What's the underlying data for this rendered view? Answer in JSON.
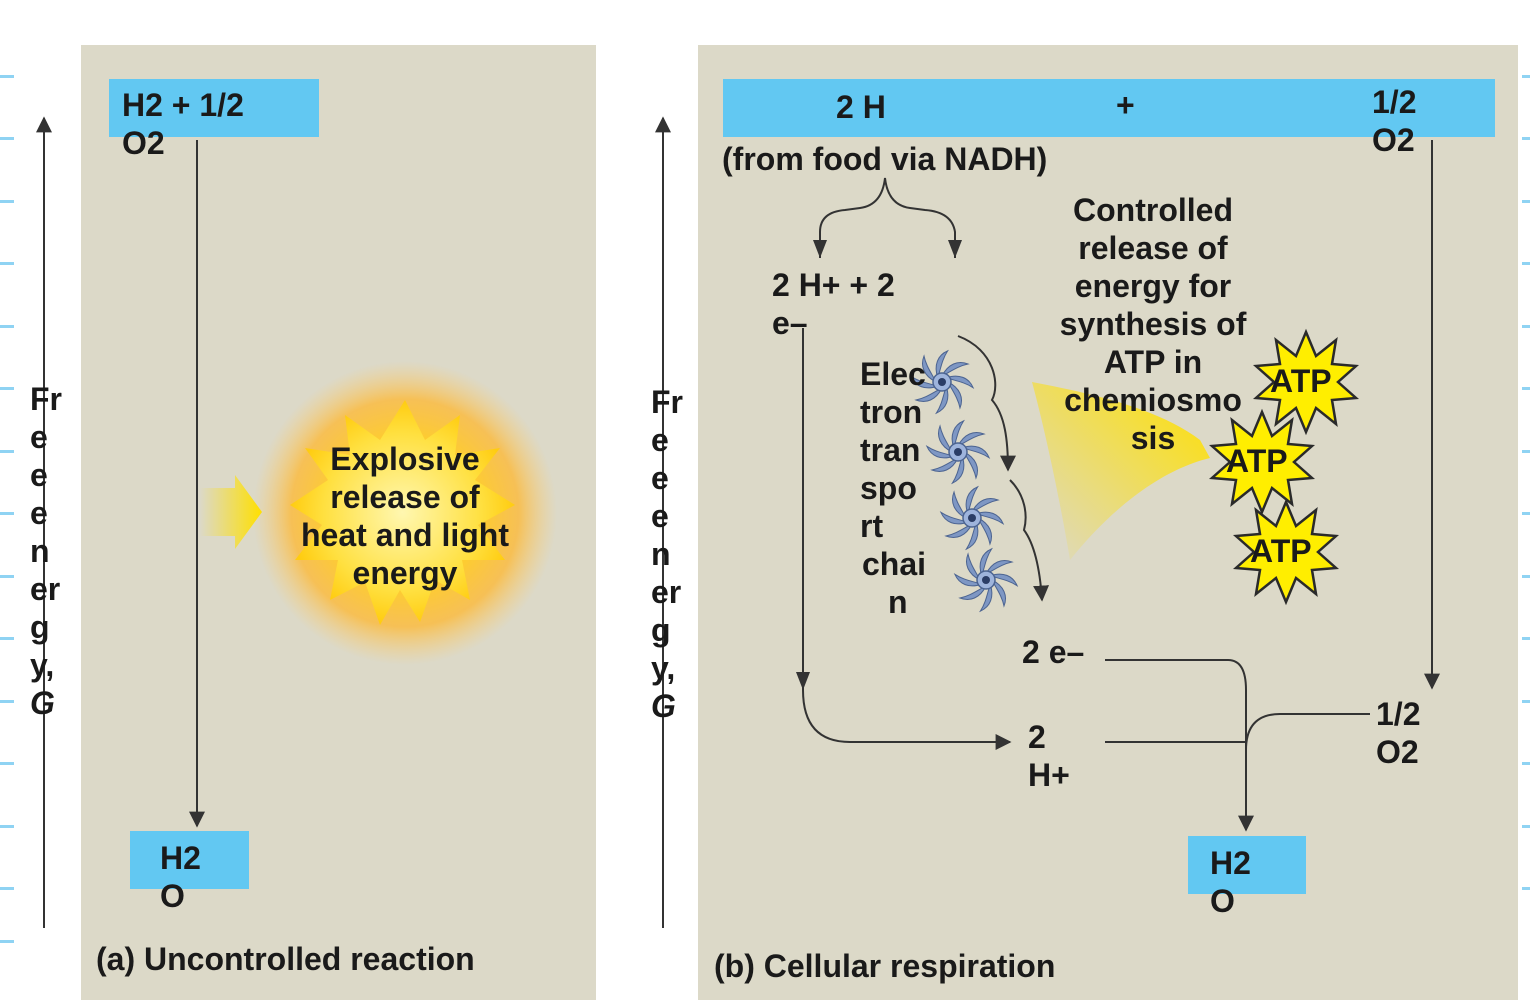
{
  "axis": {
    "label_lines": [
      "Fr",
      "e",
      "e",
      "e",
      "n",
      "er",
      "g",
      "y,",
      "G"
    ]
  },
  "panel_a": {
    "caption": "(a) Uncontrolled reaction",
    "reactant_line1": "H2  + 1/2",
    "reactant_line2": "O2",
    "product_line1": "H2",
    "product_line2": "O",
    "explosion_lines": [
      "Explosive",
      "release of",
      "heat and light",
      "energy"
    ]
  },
  "panel_b": {
    "caption": "(b) Cellular respiration",
    "top_bar": {
      "left": "2 H",
      "plus": "+",
      "right_line1": "1/2",
      "right_line2": "O2"
    },
    "source_note": "(from food via NADH)",
    "split_line1": "2 H+ +  2",
    "split_line2": "e–",
    "etc_lines": [
      "Elec",
      "tron",
      "tran",
      "spo",
      "rt",
      "chai",
      "n"
    ],
    "controlled_lines": [
      "Controlled",
      "release of",
      "energy for",
      "synthesis of",
      "ATP in",
      "chemiosmo",
      "sis"
    ],
    "atp_labels": [
      "ATP",
      "ATP",
      "ATP"
    ],
    "electrons_out": "2 e–",
    "protons_line1": "2",
    "protons_line2": "H+",
    "oxygen_line1": "1/2",
    "oxygen_line2": "O2",
    "product_line1": "H2",
    "product_line2": "O"
  },
  "colors": {
    "panel": "#dcd9c8",
    "box": "#62c8f2",
    "atp_star": "#ffee00",
    "explosion": "#ffc82a",
    "protein": "#7e97c4"
  },
  "icons": {
    "explosion": "starburst-icon",
    "atp": "atp-star-icon",
    "protein": "protein-complex-icon"
  }
}
